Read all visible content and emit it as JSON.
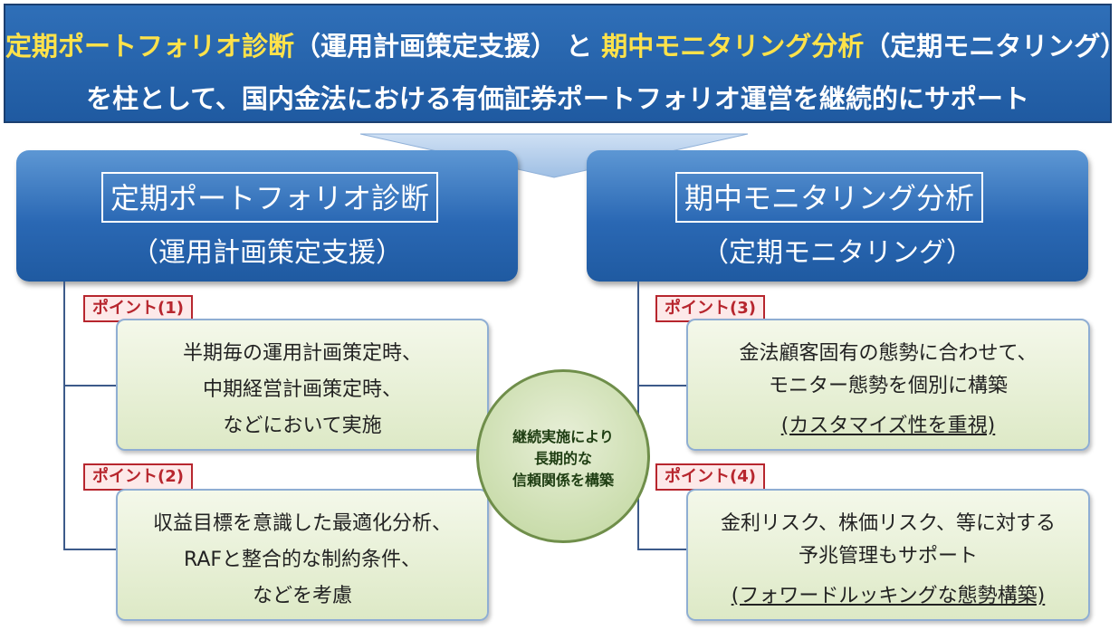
{
  "banner": {
    "line1_hl1": "定期ポートフォリオ診断",
    "line1_t1": "（運用計画策定支援）",
    "line1_t2": "と",
    "line1_hl2": "期中モニタリング分析",
    "line1_t3": "（定期モニタリング）",
    "line2": "を柱として、国内金法における有価証券ポートフォリオ運営を継続的にサポート"
  },
  "left_box": {
    "title": "定期ポートフォリオ診断",
    "subtitle": "（運用計画策定支援）"
  },
  "right_box": {
    "title": "期中モニタリング分析",
    "subtitle": "（定期モニタリング）"
  },
  "points": [
    {
      "tag": "ポイント(1)",
      "lines": [
        "半期毎の運用計画策定時、",
        "中期経営計画策定時、",
        "などにおいて実施"
      ]
    },
    {
      "tag": "ポイント(2)",
      "lines": [
        "収益目標を意識した最適化分析、",
        "RAFと整合的な制約条件、",
        "などを考慮"
      ]
    },
    {
      "tag": "ポイント(3)",
      "lines": [
        "金法顧客固有の態勢に合わせて、",
        "モニター態勢を個別に構築"
      ],
      "emphasis": "(カスタマイズ性を重視)"
    },
    {
      "tag": "ポイント(4)",
      "lines": [
        "金利リスク、株価リスク、等に対する",
        "予兆管理もサポート"
      ],
      "emphasis": "(フォワードルッキングな態勢構築)"
    }
  ],
  "center": {
    "lines": [
      "継続実施により",
      "長期的な",
      "信頼関係を構築"
    ]
  },
  "colors": {
    "banner": "#1f5aa1",
    "highlight": "#ffe24a",
    "tag_border": "#b7262e",
    "box_fill": "#e8efd8"
  }
}
